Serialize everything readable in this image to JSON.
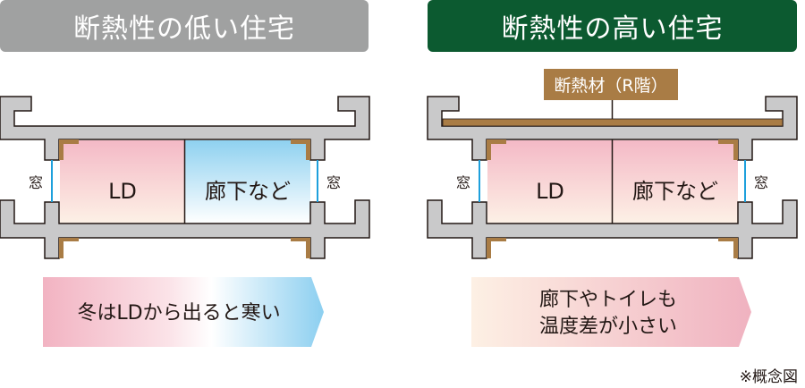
{
  "left": {
    "title": "断熱性の低い住宅",
    "room_ld": "LD",
    "room_hall": "廊下など",
    "window_left": "窓",
    "window_right": "窓",
    "message": "冬はLDから出ると寒い"
  },
  "right": {
    "title": "断熱性の高い住宅",
    "insulation_label": "断熱材（R階）",
    "room_ld": "LD",
    "room_hall": "廊下など",
    "window_left": "窓",
    "window_right": "窓",
    "message_line1": "廊下やトイレも",
    "message_line2": "温度差が小さい"
  },
  "note": "※概念図",
  "colors": {
    "low_banner": "#a0a1a1",
    "high_banner": "#0c5a30",
    "wall": "#c9c9ca",
    "insulation": "#a97c45",
    "warm": "#f4b9c5",
    "cold": "#8fd1f0",
    "window": "#1ea0dc"
  }
}
